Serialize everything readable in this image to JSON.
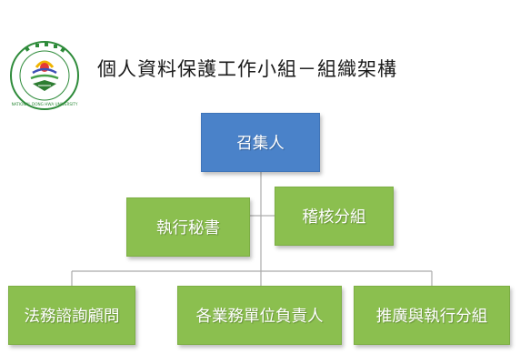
{
  "header": {
    "title": "個人資料保護工作小組－組織架構"
  },
  "logo": {
    "university_name": "NATIONAL DONG HWA UNIVERSITY"
  },
  "org_chart": {
    "convener": "召集人",
    "secretary": "執行秘書",
    "audit_group": "稽核分組",
    "legal_consultant": "法務諮詢顧問",
    "unit_heads": "各業務單位負責人",
    "promotion_group": "推廣與執行分組"
  },
  "colors": {
    "convener_fill": "#4a82c9",
    "member_fill": "#8bbf4f",
    "connector": "#aaaaaa"
  }
}
